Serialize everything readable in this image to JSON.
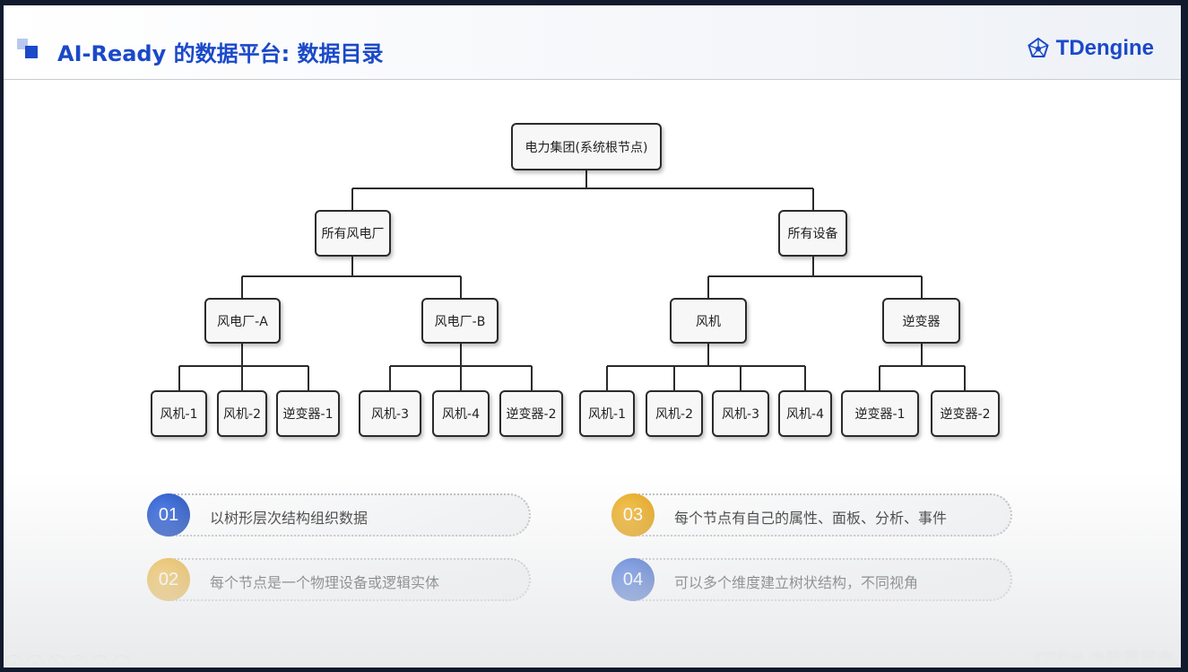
{
  "header": {
    "title": "AI-Ready 的数据平台: 数据目录",
    "brand": "TDengine"
  },
  "tree": {
    "root": "电力集团(系统根节点)",
    "level1": [
      "所有风电厂",
      "所有设备"
    ],
    "level2": [
      "风电厂-A",
      "风电厂-B",
      "风机",
      "逆变器"
    ],
    "level3": [
      "风机-1",
      "风机-2",
      "逆变器-1",
      "风机-3",
      "风机-4",
      "逆变器-2",
      "风机-1",
      "风机-2",
      "风机-3",
      "风机-4",
      "逆变器-1",
      "逆变器-2"
    ]
  },
  "points": [
    {
      "num": "01",
      "text": "以树形层次结构组织数据",
      "color": "#0b3aa8"
    },
    {
      "num": "02",
      "text": "每个节点是一个物理设备或逻辑实体",
      "color": "#d99400"
    },
    {
      "num": "03",
      "text": "每个节点有自己的属性、面板、分析、事件",
      "color": "#d99400"
    },
    {
      "num": "04",
      "text": "可以多个维度建立树状结构，不同视角",
      "color": "#0b3aa8"
    }
  ],
  "watermark": "CSDN @能源革命",
  "colors": {
    "accent": "#1a49c9",
    "node_border": "#2b2b2b"
  }
}
